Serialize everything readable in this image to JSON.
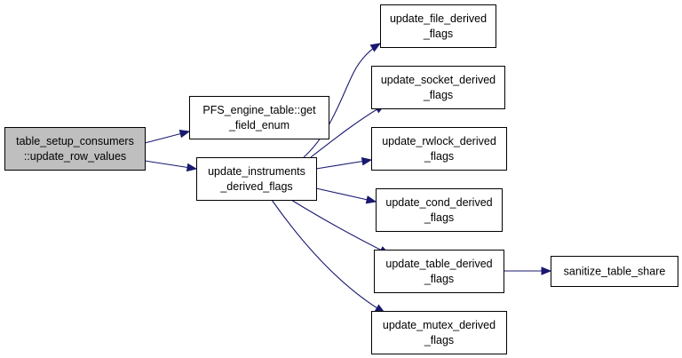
{
  "colors": {
    "root_fill": "#bfbfbf",
    "node_fill": "#ffffff",
    "edge": "#191970"
  },
  "nodes": [
    {
      "id": "n0",
      "lines": [
        "table_setup_consumers",
        "::update_row_values"
      ],
      "root": true
    },
    {
      "id": "n1",
      "lines": [
        "PFS_engine_table::get",
        "_field_enum"
      ]
    },
    {
      "id": "n2",
      "lines": [
        "update_instruments",
        "_derived_flags"
      ]
    },
    {
      "id": "n3",
      "lines": [
        "update_file_derived",
        "_flags"
      ]
    },
    {
      "id": "n4",
      "lines": [
        "update_socket_derived",
        "_flags"
      ]
    },
    {
      "id": "n5",
      "lines": [
        "update_rwlock_derived",
        "_flags"
      ]
    },
    {
      "id": "n6",
      "lines": [
        "update_cond_derived",
        "_flags"
      ]
    },
    {
      "id": "n7",
      "lines": [
        "update_table_derived",
        "_flags"
      ]
    },
    {
      "id": "n8",
      "lines": [
        "update_mutex_derived",
        "_flags"
      ]
    },
    {
      "id": "n9",
      "lines": [
        "sanitize_table_share"
      ]
    }
  ],
  "edges": [
    {
      "from": "n0",
      "to": "n1"
    },
    {
      "from": "n0",
      "to": "n2"
    },
    {
      "from": "n2",
      "to": "n3"
    },
    {
      "from": "n2",
      "to": "n4"
    },
    {
      "from": "n2",
      "to": "n5"
    },
    {
      "from": "n2",
      "to": "n6"
    },
    {
      "from": "n2",
      "to": "n7"
    },
    {
      "from": "n2",
      "to": "n8"
    },
    {
      "from": "n7",
      "to": "n9"
    }
  ]
}
